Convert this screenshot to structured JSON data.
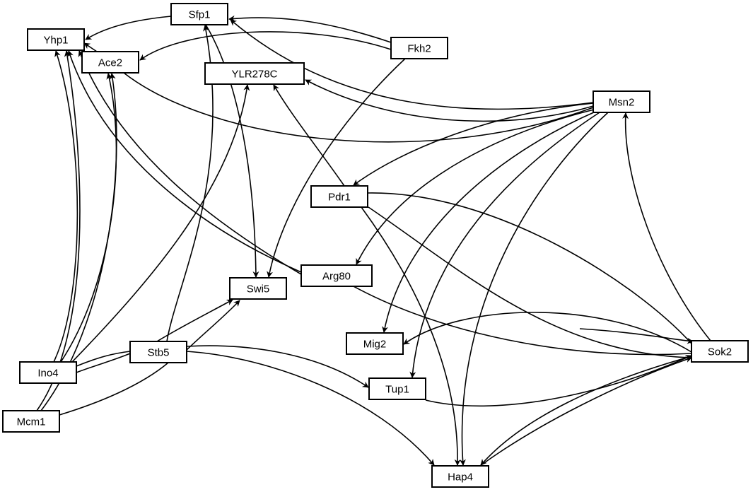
{
  "diagram": {
    "type": "directed-network",
    "colors": {
      "node_fill": "#ffffff",
      "node_stroke": "#000000",
      "edge": "#000000",
      "background": "#ffffff"
    },
    "nodes": [
      {
        "id": "Sfp1",
        "label": "Sfp1"
      },
      {
        "id": "Yhp1",
        "label": "Yhp1"
      },
      {
        "id": "Ace2",
        "label": "Ace2"
      },
      {
        "id": "YLR278C",
        "label": "YLR278C"
      },
      {
        "id": "Fkh2",
        "label": "Fkh2"
      },
      {
        "id": "Msn2",
        "label": "Msn2"
      },
      {
        "id": "Pdr1",
        "label": "Pdr1"
      },
      {
        "id": "Arg80",
        "label": "Arg80"
      },
      {
        "id": "Swi5",
        "label": "Swi5"
      },
      {
        "id": "Mig2",
        "label": "Mig2"
      },
      {
        "id": "Sok2",
        "label": "Sok2"
      },
      {
        "id": "Ino4",
        "label": "Ino4"
      },
      {
        "id": "Stb5",
        "label": "Stb5"
      },
      {
        "id": "Tup1",
        "label": "Tup1"
      },
      {
        "id": "Mcm1",
        "label": "Mcm1"
      },
      {
        "id": "Hap4",
        "label": "Hap4"
      }
    ],
    "edges": [
      {
        "from": "Sfp1",
        "to": "Yhp1"
      },
      {
        "from": "Fkh2",
        "to": "Sfp1"
      },
      {
        "from": "Fkh2",
        "to": "Ace2"
      },
      {
        "from": "Fkh2",
        "to": "Swi5"
      },
      {
        "from": "Msn2",
        "to": "Sfp1"
      },
      {
        "from": "Msn2",
        "to": "YLR278C"
      },
      {
        "from": "Msn2",
        "to": "Pdr1"
      },
      {
        "from": "Msn2",
        "to": "Arg80"
      },
      {
        "from": "Msn2",
        "to": "Mig2"
      },
      {
        "from": "Msn2",
        "to": "Tup1"
      },
      {
        "from": "Msn2",
        "to": "Hap4"
      },
      {
        "from": "Ace2",
        "to": "Yhp1"
      },
      {
        "from": "Ace2",
        "to": "Msn2",
        "arrow": false
      },
      {
        "from": "Ino4",
        "to": "Yhp1"
      },
      {
        "from": "Ino4",
        "to": "Ace2"
      },
      {
        "from": "Ino4",
        "to": "YLR278C"
      },
      {
        "from": "Ino4",
        "to": "Stb5",
        "arrow": false
      },
      {
        "from": "Ino4",
        "to": "Stb5",
        "arrow": false,
        "variant": 2
      },
      {
        "from": "Mcm1",
        "to": "Yhp1"
      },
      {
        "from": "Mcm1",
        "to": "Ace2"
      },
      {
        "from": "Mcm1",
        "to": "Stb5",
        "arrow": false
      },
      {
        "from": "Arg80",
        "to": "Yhp1"
      },
      {
        "from": "Arg80",
        "to": "Yhp1",
        "variant": 2
      },
      {
        "from": "Arg80",
        "to": "Sok2",
        "arrow": false
      },
      {
        "from": "Sfp1",
        "to": "Swi5"
      },
      {
        "from": "Stb5",
        "to": "Sfp1"
      },
      {
        "from": "Stb5",
        "to": "Swi5"
      },
      {
        "from": "Stb5",
        "to": "Swi5",
        "variant": 2
      },
      {
        "from": "Stb5",
        "to": "Tup1"
      },
      {
        "from": "Stb5",
        "to": "Hap4"
      },
      {
        "from": "Pdr1",
        "to": "YLR278C"
      },
      {
        "from": "Pdr1",
        "to": "Hap4"
      },
      {
        "from": "Pdr1",
        "to": "Sok2",
        "arrow": false
      },
      {
        "from": "Pdr1",
        "to": "Sok2",
        "arrow": false,
        "variant": 2
      },
      {
        "from": "Sok2",
        "to": "Msn2"
      },
      {
        "from": "Sok2",
        "to": "Mig2"
      },
      {
        "from": "Sok2",
        "to": "Hap4"
      },
      {
        "from": "Mig2",
        "to": "Sok2"
      },
      {
        "from": "Tup1",
        "to": "Sok2"
      },
      {
        "from": "Hap4",
        "to": "Sok2"
      }
    ]
  }
}
